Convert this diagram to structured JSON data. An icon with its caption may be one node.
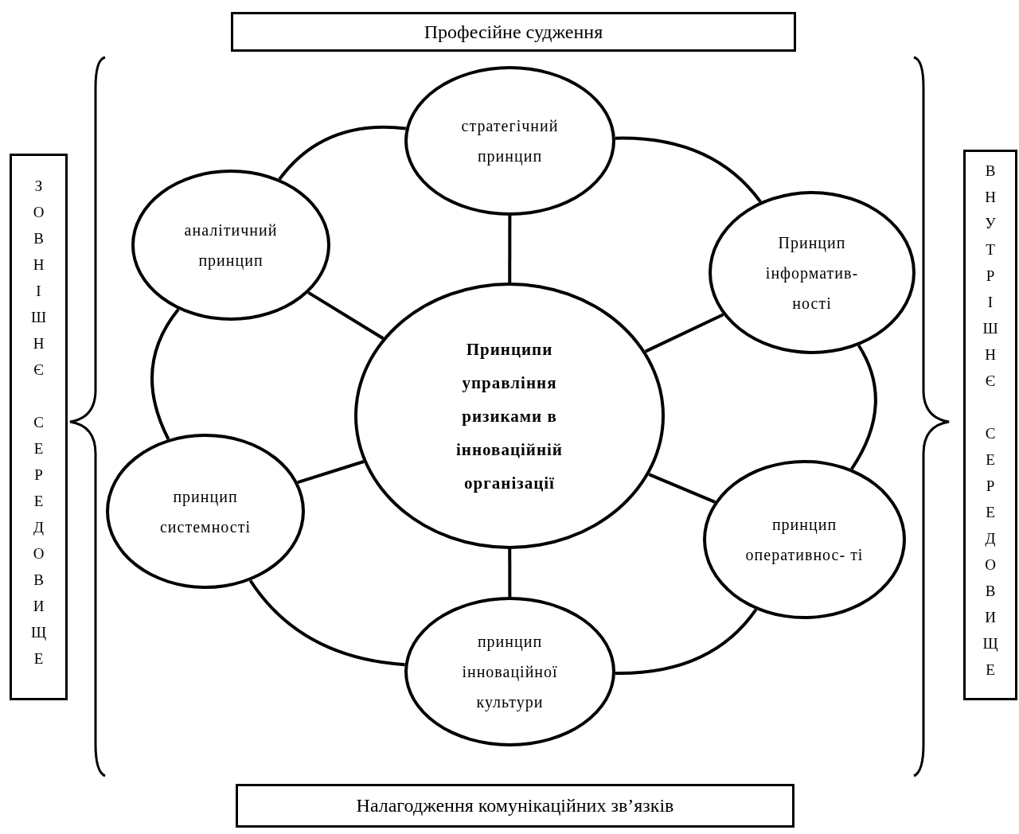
{
  "diagram": {
    "nodes": [
      {
        "text": [
          "Професійне судження"
        ]
      },
      {
        "text": [
          "ЗОВНІШНЄ СЕРЕДОВИЩЕ"
        ]
      },
      {
        "text": [
          "стратегічний принцип"
        ]
      },
      {
        "text": [
          "аналітичний принцип"
        ]
      },
      {
        "text": [
          "Принцип інформатив- ності"
        ]
      },
      {
        "text": [
          "Принципи управління ризиками в інноваційній організації"
        ]
      },
      {
        "text": [
          "принцип системності"
        ]
      },
      {
        "text": [
          "принцип оперативнос- ті"
        ]
      },
      {
        "text": [
          "принцип інноваційної культури"
        ]
      },
      {
        "text": [
          "ВНУТРІШНЄ СЕРЕДОВИЩЕ"
        ]
      },
      {
        "text": [
          "Налагодження комунікаційних зв’язків"
        ]
      }
    ],
    "edges": [
      {
        "from": 5,
        "to": 2,
        "arrow": "none"
      },
      {
        "from": 5,
        "to": 3,
        "arrow": "none"
      },
      {
        "from": 5,
        "to": 4,
        "arrow": "none"
      },
      {
        "from": 5,
        "to": 6,
        "arrow": "none"
      },
      {
        "from": 5,
        "to": 7,
        "arrow": "none"
      },
      {
        "from": 5,
        "to": 8,
        "arrow": "none"
      },
      {
        "from": 3,
        "to": 2,
        "arrow": "none"
      },
      {
        "from": 2,
        "to": 4,
        "arrow": "none"
      },
      {
        "from": 4,
        "to": 7,
        "arrow": "none"
      },
      {
        "from": 7,
        "to": 8,
        "arrow": "none"
      },
      {
        "from": 8,
        "to": 6,
        "arrow": "none"
      },
      {
        "from": 6,
        "to": 3,
        "arrow": "none"
      }
    ]
  }
}
